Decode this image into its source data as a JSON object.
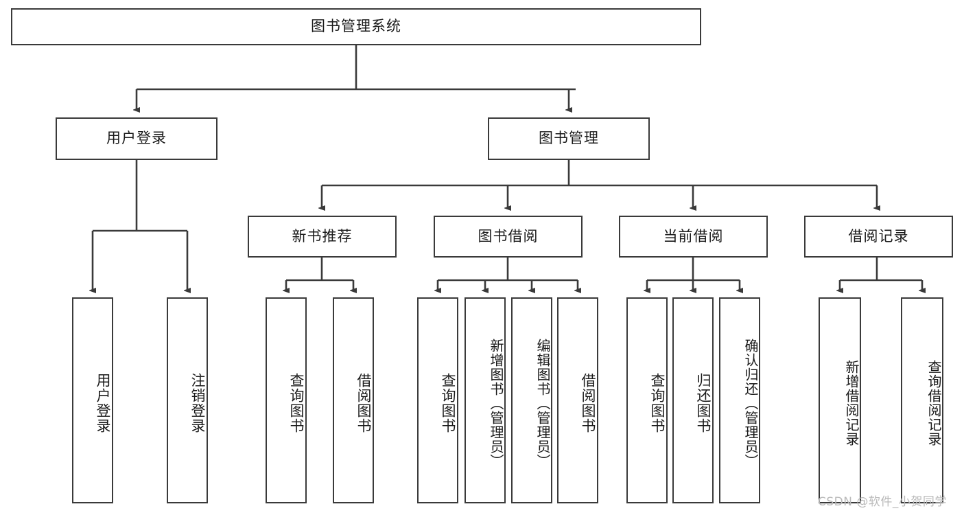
{
  "diagram": {
    "type": "tree-hierarchy-chart",
    "title": "图书管理系统",
    "orientation": "top-down",
    "colors": {
      "background": "#ffffff",
      "node_border": "#3a3a3a",
      "node_fill": "#ffffff",
      "edge": "#3a3a3a",
      "text": "#1a1a1a",
      "watermark": "#b9b9b9"
    }
  },
  "root": {
    "label": "图书管理系统"
  },
  "level1": [
    {
      "label": "用户登录"
    },
    {
      "label": "图书管理"
    }
  ],
  "level2": [
    {
      "label": "新书推荐"
    },
    {
      "label": "图书借阅"
    },
    {
      "label": "当前借阅"
    },
    {
      "label": "借阅记录"
    }
  ],
  "leaves": {
    "user_login": [
      {
        "label": "用户登录"
      },
      {
        "label": "注销登录"
      }
    ],
    "new_book": [
      {
        "label": "查询图书"
      },
      {
        "label": "借阅图书"
      }
    ],
    "book_borrow": [
      {
        "label": "查询图书"
      },
      {
        "label": "新增图书（管理员）"
      },
      {
        "label": "编辑图书（管理员）"
      },
      {
        "label": "借阅图书"
      }
    ],
    "current_borrow": [
      {
        "label": "查询图书"
      },
      {
        "label": "归还图书"
      },
      {
        "label": "确认归还（管理员）"
      }
    ],
    "borrow_record": [
      {
        "label": "新增借阅记录"
      },
      {
        "label": "查询借阅记录"
      }
    ]
  },
  "watermark": {
    "text": "CSDN @软件_小贺同学"
  }
}
